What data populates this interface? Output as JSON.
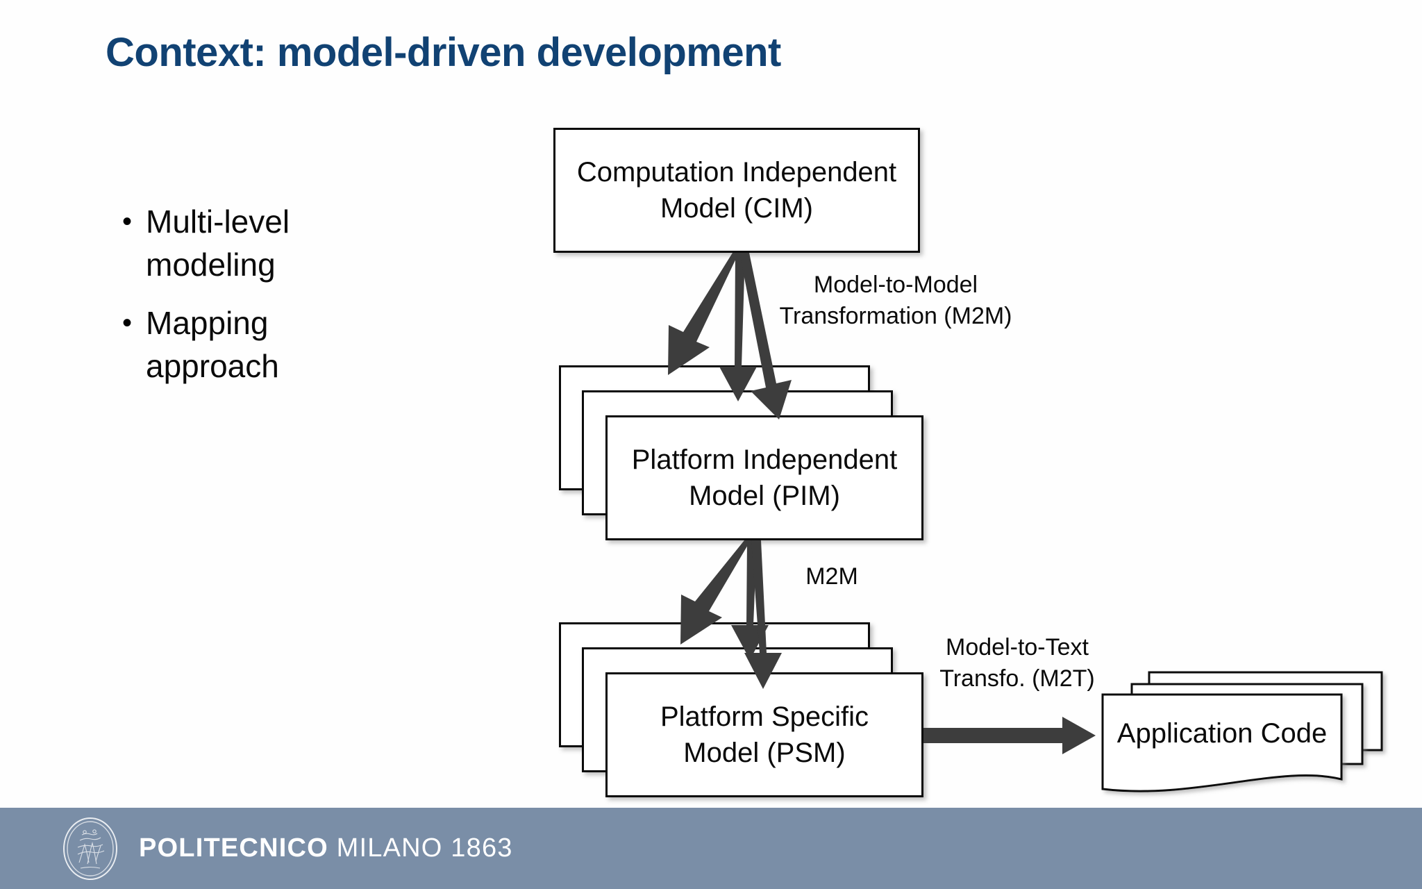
{
  "slide": {
    "title": "Context: model-driven development",
    "background_color": "#ffffff",
    "title_color": "#114273"
  },
  "bullets": [
    {
      "marker": "•",
      "text": "Multi-level modeling"
    },
    {
      "marker": "•",
      "text": "Mapping approach"
    }
  ],
  "diagram": {
    "nodes": [
      {
        "id": "cim",
        "label": "Computation Independent\nModel (CIM)",
        "stacked": false
      },
      {
        "id": "pim",
        "label": "Platform Independent\nModel (PIM)",
        "stacked": true,
        "stack_count": 3
      },
      {
        "id": "psm",
        "label": "Platform Specific\nModel (PSM)",
        "stacked": true,
        "stack_count": 3
      },
      {
        "id": "code",
        "label": "Application Code",
        "stacked": true,
        "stack_count": 3,
        "shape": "document"
      }
    ],
    "edges": [
      {
        "id": "cim-to-pim",
        "label": "Model-to-Model\nTransformation (M2M)",
        "from": "cim",
        "to": "pim",
        "multiplicity": 3
      },
      {
        "id": "pim-to-psm",
        "label": "M2M",
        "from": "pim",
        "to": "psm",
        "multiplicity": 3
      },
      {
        "id": "psm-to-code",
        "label": "Model-to-Text\nTransfo. (M2T)",
        "from": "psm",
        "to": "code",
        "multiplicity": 1
      }
    ],
    "arrow_color": "#3d3d3d",
    "box_border_color": "#0a0a0a"
  },
  "footer": {
    "wordmark_bold": "POLITECNICO",
    "wordmark_light": "MILANO 1863",
    "logo_name": "politecnico-seal-logo",
    "background_color": "#7a8ea7",
    "text_color": "#ffffff"
  }
}
